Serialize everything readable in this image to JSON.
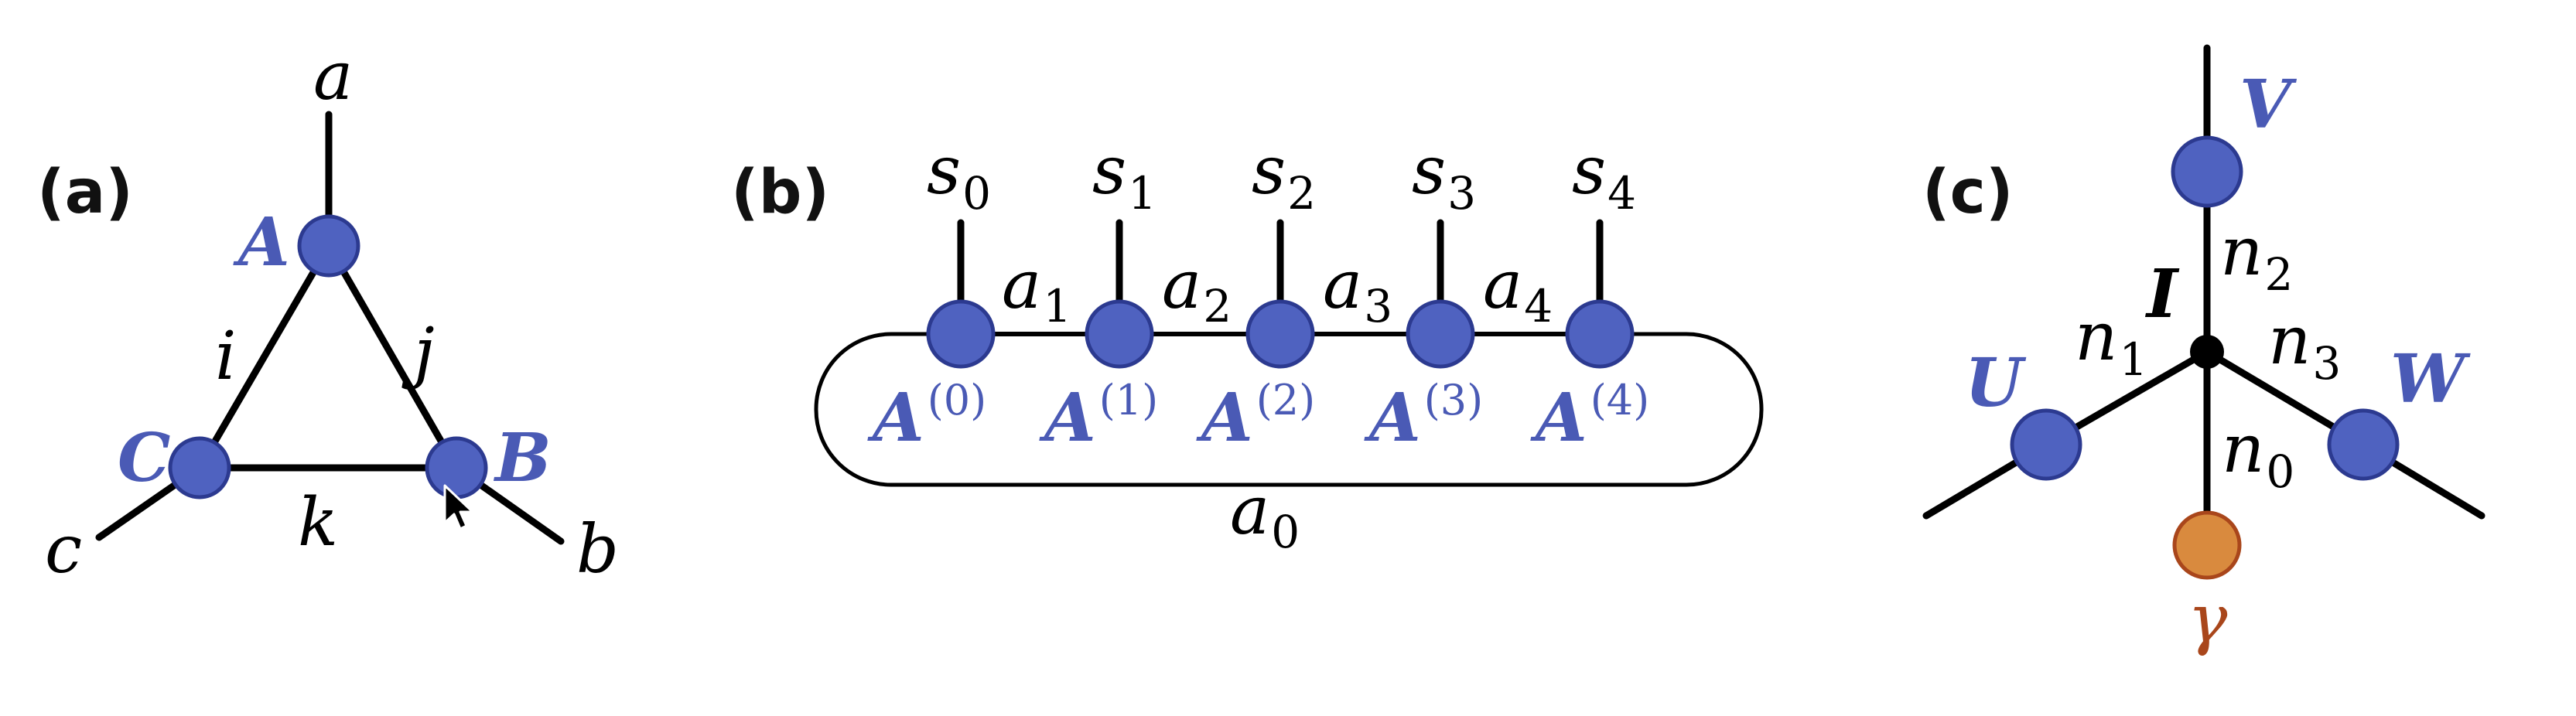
{
  "colors": {
    "tensor": "#4f62c0",
    "tensor_label": "#4a5ab5",
    "core": "#000000",
    "gamma_node": "#d98a3e",
    "gamma_label": "#a9461b"
  },
  "panel_a": {
    "label": "(a)",
    "tensors": [
      "A",
      "B",
      "C"
    ],
    "indices": {
      "a": "a",
      "b": "b",
      "c": "c",
      "i": "i",
      "j": "j",
      "k": "k"
    }
  },
  "panel_b": {
    "label": "(b)",
    "physical": [
      {
        "base": "s",
        "sub": "0"
      },
      {
        "base": "s",
        "sub": "1"
      },
      {
        "base": "s",
        "sub": "2"
      },
      {
        "base": "s",
        "sub": "3"
      },
      {
        "base": "s",
        "sub": "4"
      }
    ],
    "bonds": [
      {
        "base": "a",
        "sub": "1"
      },
      {
        "base": "a",
        "sub": "2"
      },
      {
        "base": "a",
        "sub": "3"
      },
      {
        "base": "a",
        "sub": "4"
      }
    ],
    "loop_bond": {
      "base": "a",
      "sub": "0"
    },
    "tensors": [
      {
        "base": "A",
        "sup": "(0)"
      },
      {
        "base": "A",
        "sup": "(1)"
      },
      {
        "base": "A",
        "sup": "(2)"
      },
      {
        "base": "A",
        "sup": "(3)"
      },
      {
        "base": "A",
        "sup": "(4)"
      }
    ]
  },
  "panel_c": {
    "label": "(c)",
    "core_label": "I",
    "tensors": {
      "top": "V",
      "left": "U",
      "right": "W"
    },
    "gamma": "γ",
    "indices": [
      {
        "base": "n",
        "sub": "0"
      },
      {
        "base": "n",
        "sub": "1"
      },
      {
        "base": "n",
        "sub": "2"
      },
      {
        "base": "n",
        "sub": "3"
      }
    ]
  }
}
